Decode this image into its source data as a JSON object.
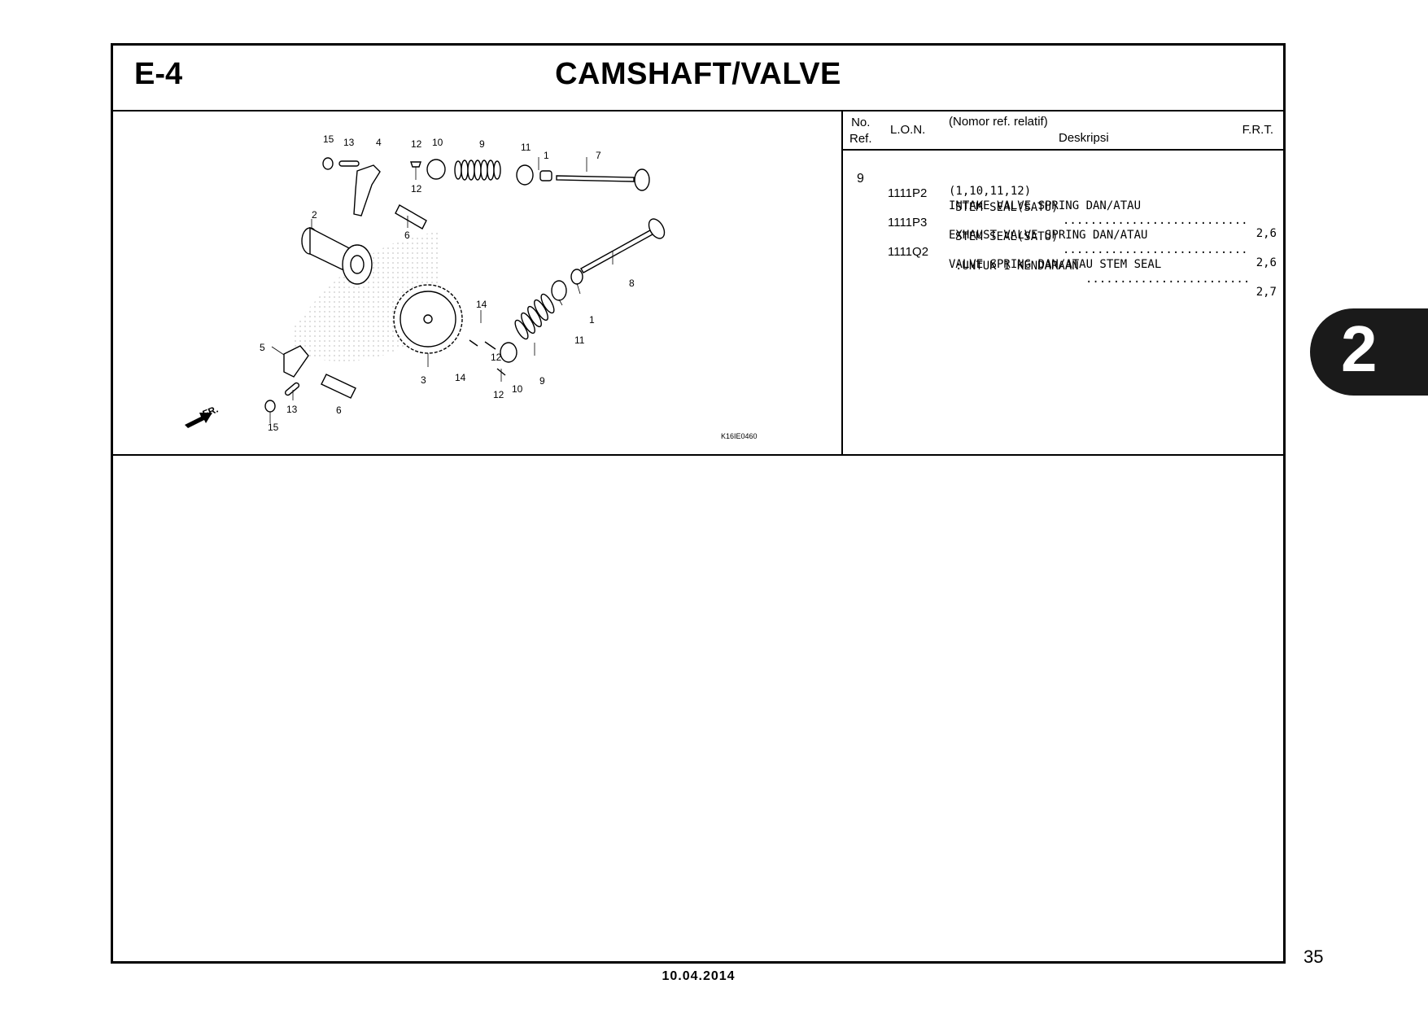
{
  "header": {
    "section_code": "E-4",
    "title": "CAMSHAFT/VALVE"
  },
  "diagram": {
    "drawing_code": "K16IE0460",
    "front_label": "FR.",
    "callouts": [
      "15",
      "13",
      "4",
      "12",
      "10",
      "9",
      "11",
      "1",
      "7",
      "12",
      "2",
      "6",
      "8",
      "1",
      "11",
      "14",
      "12",
      "5",
      "9",
      "10",
      "14",
      "3",
      "12",
      "6",
      "13",
      "15"
    ]
  },
  "parts_table": {
    "headers": {
      "no": "No.",
      "ref": "Ref.",
      "lon": "L.O.N.",
      "nomor": "(Nomor ref. relatif)",
      "deskripsi": "Deskripsi",
      "frt": "F.R.T."
    },
    "ref_no": "9",
    "relative_refs": "(1,10,11,12)",
    "rows": [
      {
        "lon": "1111P2",
        "line1": "INTAKE VALVE SPRING DAN/ATAU",
        "line2": "STEM SEAL(SATU)",
        "frt": "2,6"
      },
      {
        "lon": "1111P3",
        "line1": "EXHAUST VALVE SPRING DAN/ATAU",
        "line2": "STEM SEAL(SATU)",
        "frt": "2,6"
      },
      {
        "lon": "1111Q2",
        "line1": "VALVE SPRING DAN/ATAU STEM SEAL",
        "line2": ":UNTUK 1 KENDARAAN",
        "frt": "2,7"
      }
    ],
    "leader_dots": "..................................................."
  },
  "side_tab": {
    "label": "2"
  },
  "footer": {
    "page_number": "35",
    "date": "10.04.2014"
  }
}
